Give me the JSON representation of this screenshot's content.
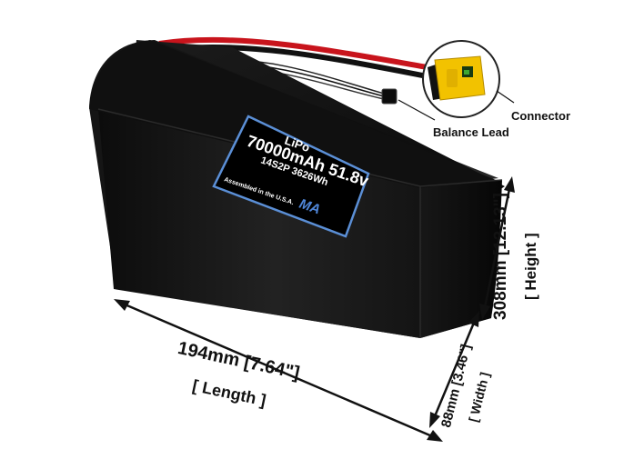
{
  "battery": {
    "chemistry": "LiPo",
    "capacity_voltage": "70000mAh 51.8v",
    "config_energy": "14S2P 3626Wh",
    "assembled": "Assembled in the U.S.A.",
    "brand_mark": "MA"
  },
  "callouts": {
    "connector": "Connector",
    "balance_lead": "Balance Lead"
  },
  "dimensions": {
    "length_value": "194mm [7.64\"]",
    "length_label": "[ Length ]",
    "height_value": "308mm [12.13\"]",
    "height_label": "[ Height ]",
    "width_value": "88mm [3.46\"]",
    "width_label": "[ Width ]"
  },
  "colors": {
    "battery_body": "#161616",
    "label_border": "#5b8fd6",
    "connector_yellow": "#f2c200",
    "wire_red": "#c8141c",
    "annotation": "#111111"
  }
}
